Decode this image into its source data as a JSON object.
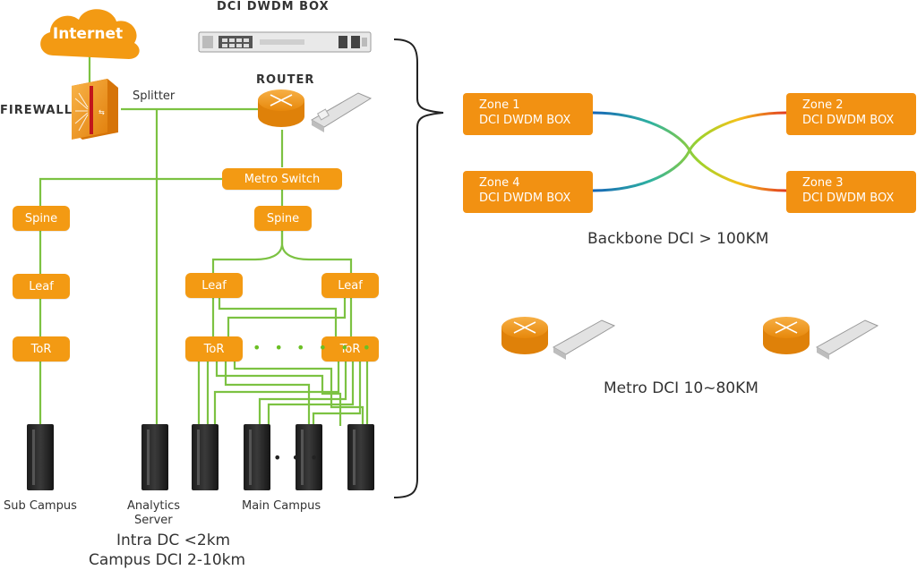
{
  "top": {
    "dwdm_box_title": "DCI DWDM BOX"
  },
  "left": {
    "internet": "Internet",
    "firewall": "FIREWALL",
    "splitter": "Splitter",
    "router": "ROUTER",
    "metro_switch": "Metro Switch",
    "spine": "Spine",
    "leaf": "Leaf",
    "tor": "ToR",
    "tor_ellipsis": "• • • • • •",
    "server_ellipsis": "• • •",
    "sub_campus": "Sub Campus",
    "analytics_line1": "Analytics",
    "analytics_line2": "Server",
    "main_campus": "Main Campus",
    "intra_dc": "Intra DC <2km",
    "campus_dci": "Campus DCI 2-10km"
  },
  "right": {
    "zones": [
      {
        "line1": "Zone 1",
        "line2": "DCI DWDM BOX"
      },
      {
        "line1": "Zone 2",
        "line2": "DCI DWDM BOX"
      },
      {
        "line1": "Zone 4",
        "line2": "DCI DWDM BOX"
      },
      {
        "line1": "Zone 3",
        "line2": "DCI DWDM BOX"
      }
    ],
    "backbone_caption": "Backbone DCI > 100KM",
    "metro_caption": "Metro DCI 10~80KM"
  },
  "colors": {
    "orange": "#f39a13",
    "green_link": "#7cc242",
    "gradient": [
      "#1665b7",
      "#2fb2a0",
      "#9fd22a",
      "#f4c21a",
      "#e23b22"
    ]
  }
}
